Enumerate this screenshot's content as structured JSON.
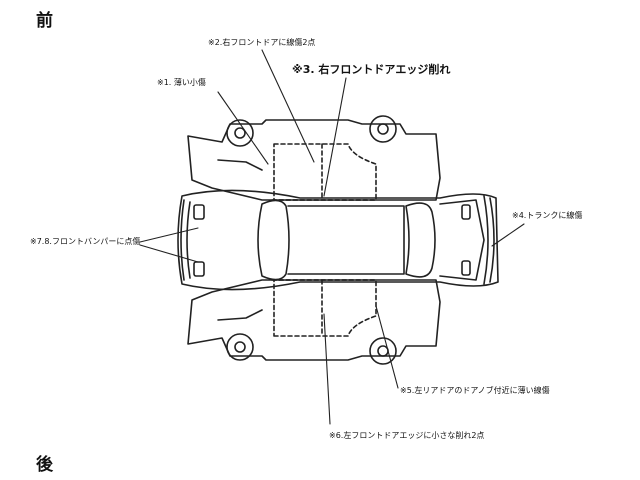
{
  "orientation": {
    "front": "前",
    "rear": "後"
  },
  "annotations": {
    "note_1": "※1. 薄い小傷",
    "note_2": "※2.右フロントドアに線傷2点",
    "note_3": "※3. 右フロントドアエッジ削れ",
    "note_4": "※4.トランクに線傷",
    "note_5": "※5.左リアドアのドアノブ付近に薄い線傷",
    "note_6": "※6.左フロントドアエッジに小さな削れ2点",
    "note_7_8": "※7.8.フロントバンパーに点傷"
  }
}
